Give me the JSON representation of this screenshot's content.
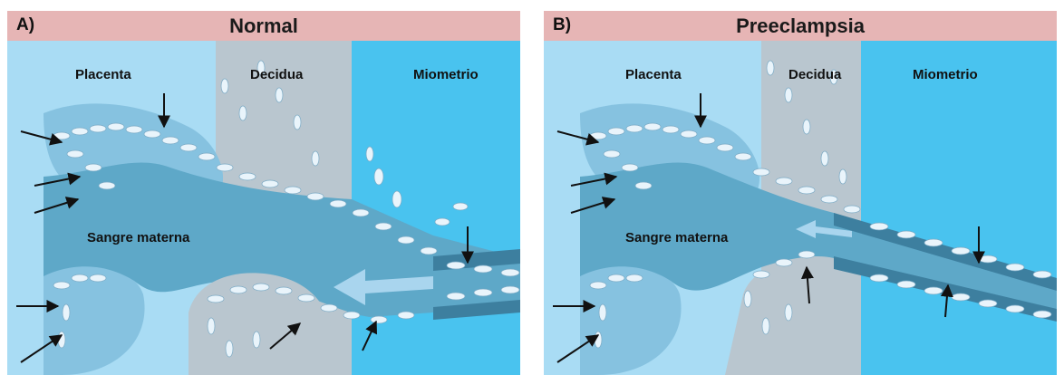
{
  "panels": [
    {
      "letter": "A)",
      "title": "Normal",
      "labels": {
        "placenta": "Placenta",
        "decidua": "Decidua",
        "miometrio": "Miometrio",
        "blood": "Sangre materna"
      }
    },
    {
      "letter": "B)",
      "title": "Preeclampsia",
      "labels": {
        "placenta": "Placenta",
        "decidua": "Decidua",
        "miometrio": "Miometrio",
        "blood": "Sangre materna"
      }
    }
  ],
  "colors": {
    "header": "#e6b5b5",
    "placenta": "#a9dcf4",
    "decidua": "#b9c6cf",
    "miometrio": "#49c3ef",
    "maternal_blood": "#5ea8c8",
    "villus_border": "#86c2e0",
    "vessel_wall": "#3d7f9f",
    "cell": "#e9f4fb",
    "arrow": "#111111",
    "flow_arrow": "#a9d5ee"
  }
}
